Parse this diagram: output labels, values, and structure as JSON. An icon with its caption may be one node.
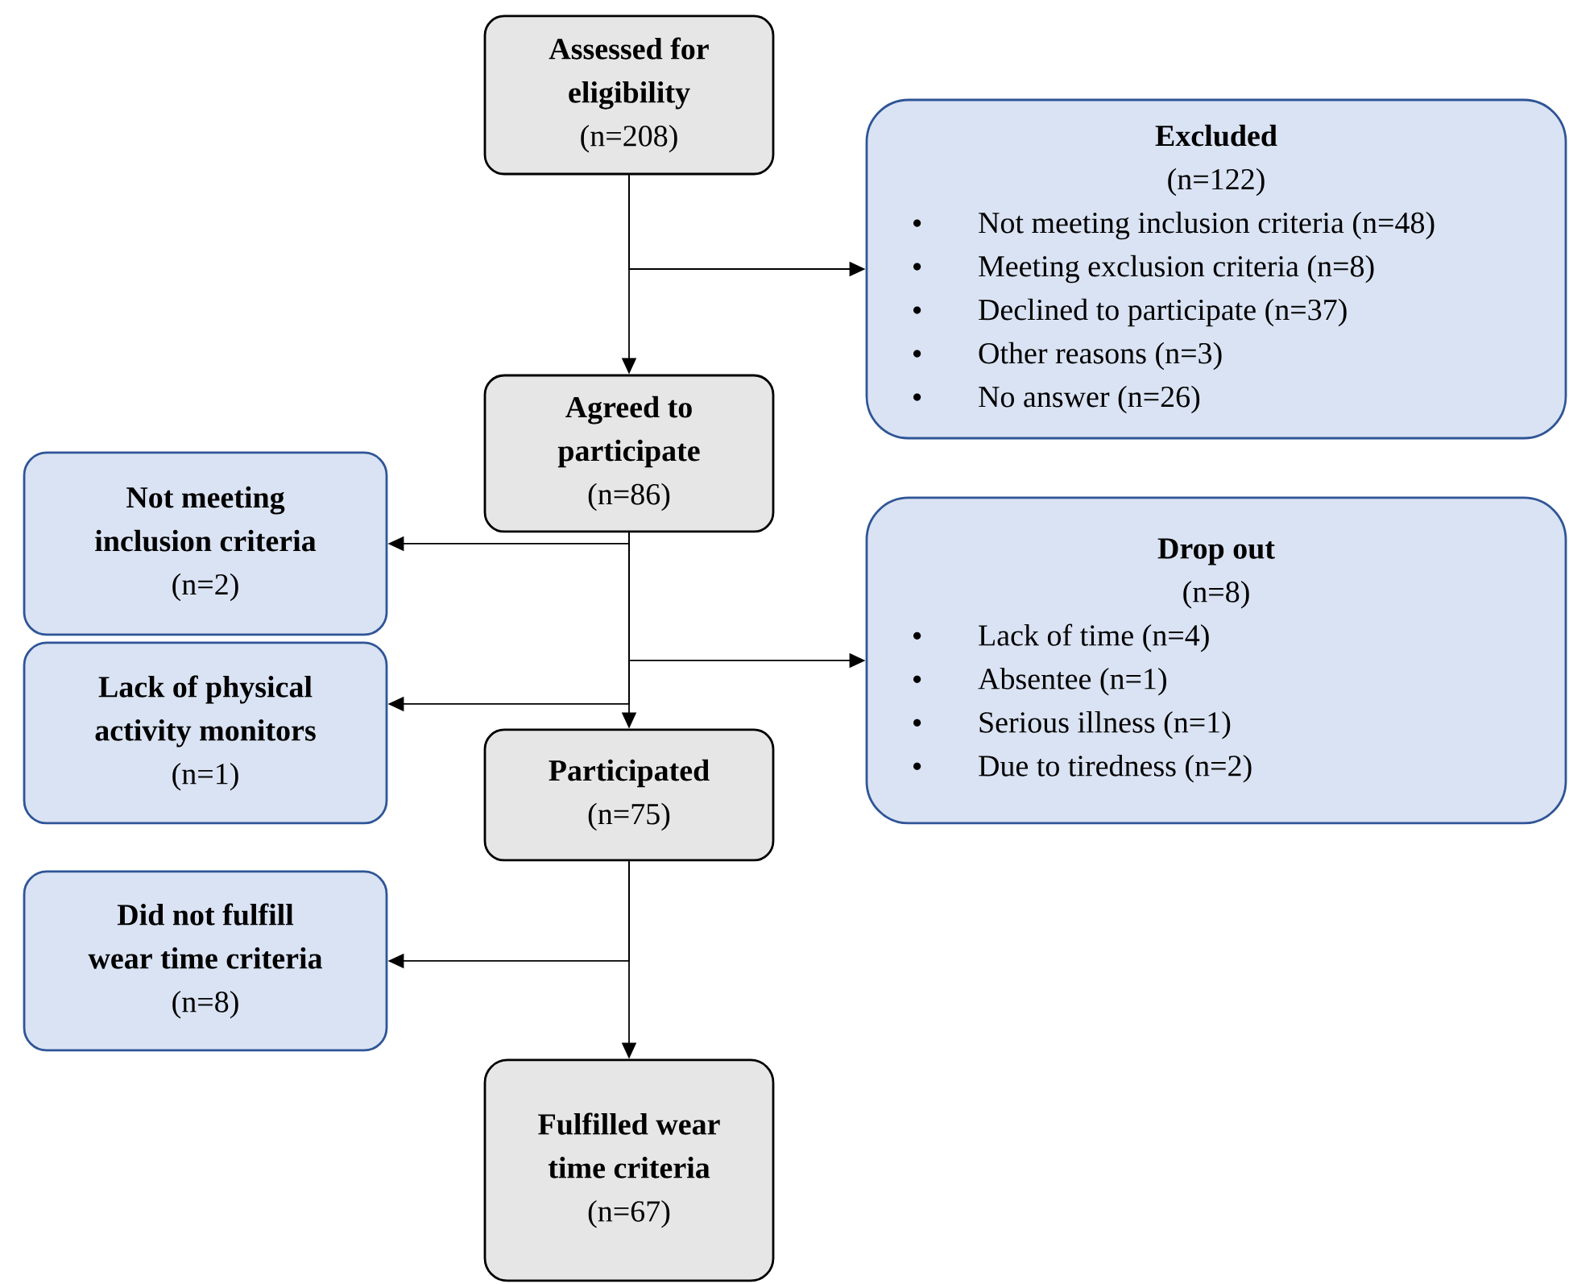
{
  "diagram": {
    "nodes": [
      {
        "text": [
          "Assessed for eligibility",
          "(n=208)"
        ]
      },
      {
        "text": [
          "Excluded",
          "(n=122)",
          "Not meeting inclusion criteria (n=48)",
          "Meeting exclusion criteria (n=8)",
          "Declined to participate (n=37)",
          "Other reasons (n=3)",
          "No answer (n=26)"
        ]
      },
      {
        "text": [
          "Agreed to participate",
          "(n=86)"
        ]
      },
      {
        "text": [
          "Not meeting inclusion criteria",
          "(n=2)"
        ]
      },
      {
        "text": [
          "Drop out",
          "(n=8)",
          "Lack of time (n=4)",
          "Absentee (n=1)",
          "Serious illness (n=1)",
          "Due to tiredness (n=2)"
        ]
      },
      {
        "text": [
          "Lack of physical activity monitors",
          "(n=1)"
        ]
      },
      {
        "text": [
          "Participated",
          "(n=75)"
        ]
      },
      {
        "text": [
          "Did not fulfill wear time criteria",
          "(n=8)"
        ]
      },
      {
        "text": [
          "Fulfilled wear time criteria",
          "(n=67)"
        ]
      }
    ],
    "edges": [
      {
        "from": 0,
        "to": 2,
        "arrow": "to"
      },
      {
        "from": 0,
        "to": 1,
        "arrow": "to"
      },
      {
        "from": 2,
        "to": 3,
        "arrow": "to"
      },
      {
        "from": 2,
        "to": 4,
        "arrow": "to"
      },
      {
        "from": 2,
        "to": 5,
        "arrow": "to"
      },
      {
        "from": 2,
        "to": 6,
        "arrow": "to"
      },
      {
        "from": 6,
        "to": 7,
        "arrow": "to"
      },
      {
        "from": 6,
        "to": 8,
        "arrow": "to"
      }
    ]
  }
}
